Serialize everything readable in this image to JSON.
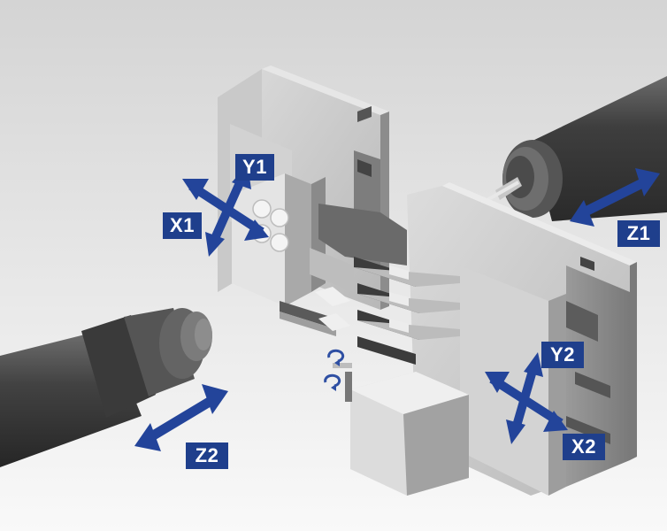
{
  "labels": {
    "x1": "X1",
    "y1": "Y1",
    "z1": "Z1",
    "x2": "X2",
    "y2": "Y2",
    "z2": "Z2"
  },
  "colors": {
    "label_bg": "#1f3f8c",
    "arrow": "#23449a",
    "arrow_dark": "#142c6e",
    "background_top": "#d9d9d9",
    "background_bottom": "#f8f8f8",
    "spindle": "#4a4a4a"
  }
}
